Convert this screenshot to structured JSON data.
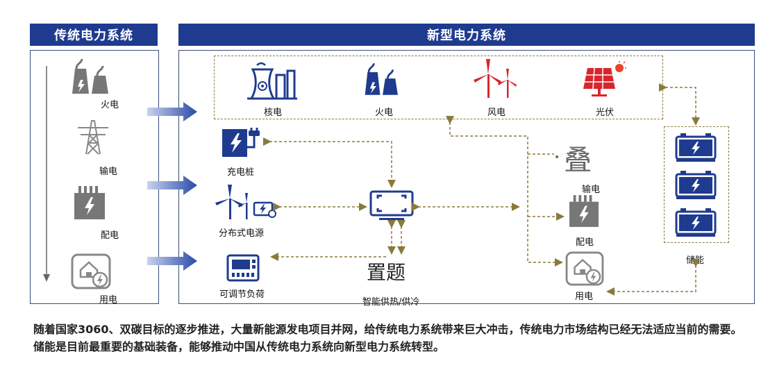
{
  "left_panel": {
    "title": "传统电力系统",
    "items": [
      {
        "label": "火电",
        "icon": "thermal-plant-icon"
      },
      {
        "label": "输电",
        "icon": "transmission-tower-icon"
      },
      {
        "label": "配电",
        "icon": "transformer-icon"
      },
      {
        "label": "用电",
        "icon": "home-power-icon"
      }
    ]
  },
  "right_panel": {
    "title": "新型电力系统",
    "generation": [
      {
        "label": "核电",
        "icon": "nuclear-plant-icon"
      },
      {
        "label": "火电",
        "icon": "thermal-plant-icon"
      },
      {
        "label": "风电",
        "icon": "wind-turbine-icon"
      },
      {
        "label": "光伏",
        "icon": "solar-panel-icon"
      }
    ],
    "charging_pile": "充电桩",
    "distributed_power": "分布式电源",
    "adjustable_load": "可调节负荷",
    "center_icon": "screen-hub-icon",
    "stacking_glyph": "叠",
    "placeholder_glyph": "置题",
    "smart_heating": "智能供热/供冷",
    "transmission": "输电",
    "distribution": "配电",
    "consumption": "用电",
    "storage": "储能"
  },
  "caption": "随着国家3060、双碳目标的逐步推进，大量新能源发电项目并网，给传统电力系统带来巨大冲击，传统电力市场结构已经无法适应当前的需要。储能是目前最重要的基础装备，能够推动中国从传统电力系统向新型电力系统转型。",
  "colors": {
    "navy": "#1f3b8f",
    "gray_icon": "#7a7a7a",
    "red": "#d9262c",
    "dashed": "#8a7a3a"
  }
}
